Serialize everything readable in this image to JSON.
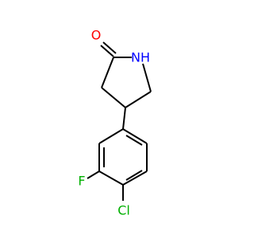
{
  "molecule": {
    "atoms": [
      {
        "id": "O",
        "label": "O",
        "color": "#ff0000"
      },
      {
        "id": "N",
        "label": "NH",
        "color": "#0000ff"
      },
      {
        "id": "F",
        "label": "F",
        "color": "#00b000"
      },
      {
        "id": "Cl",
        "label": "Cl",
        "color": "#00b000"
      }
    ]
  },
  "colors": {
    "bond": "#000000",
    "oxygen": "#ff0000",
    "nitrogen": "#0000ff",
    "halogen": "#00b000"
  }
}
